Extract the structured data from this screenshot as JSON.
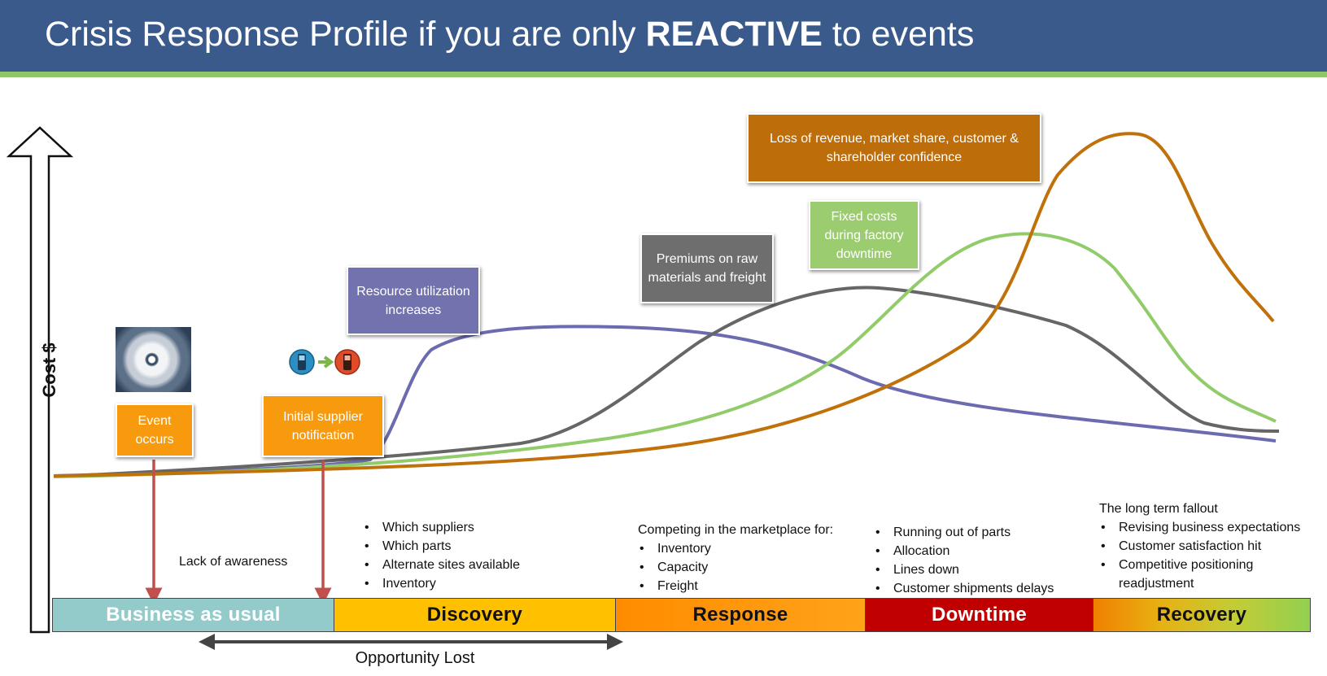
{
  "title": {
    "prefix": "Crisis Response Profile if you are only ",
    "emphasis": "REACTIVE",
    "suffix": " to events"
  },
  "axis": {
    "y_label": "Cost $"
  },
  "colors": {
    "title_bg": "#3a5a8c",
    "accent_green": "#8fc66c",
    "resource_curve": "#6b6bb0",
    "premium_curve": "#666666",
    "fixed_cost_curve": "#92cc6a",
    "revenue_curve": "#c0710a",
    "marker_arrow": "#c0504d"
  },
  "callouts": {
    "event": "Event occurs",
    "supplier": "Initial supplier notification",
    "resource": "Resource utilization increases",
    "premiums": "Premiums on raw materials and freight",
    "fixed": "Fixed costs during factory downtime",
    "revenue": "Loss of revenue, market share, customer & shareholder confidence"
  },
  "icons": {
    "event_image": "hurricane-satellite-image",
    "notification": "phone-to-phone-icon"
  },
  "annotations": {
    "lack_awareness": "Lack of awareness",
    "discovery_items": [
      "Which suppliers",
      "Which parts",
      "Alternate sites available",
      "Inventory"
    ],
    "response_intro": "Competing in the marketplace for:",
    "response_items": [
      "Inventory",
      "Capacity",
      "Freight"
    ],
    "downtime_items": [
      "Running out of parts",
      "Allocation",
      "Lines down",
      "Customer shipments delays"
    ],
    "recovery_intro": "The long term fallout",
    "recovery_items": [
      "Revising business expectations",
      "Customer satisfaction hit",
      "Competitive positioning readjustment"
    ]
  },
  "phases": {
    "business_as_usual": "Business as usual",
    "discovery": "Discovery",
    "response": "Response",
    "downtime": "Downtime",
    "recovery": "Recovery"
  },
  "opportunity_lost": "Opportunity Lost"
}
